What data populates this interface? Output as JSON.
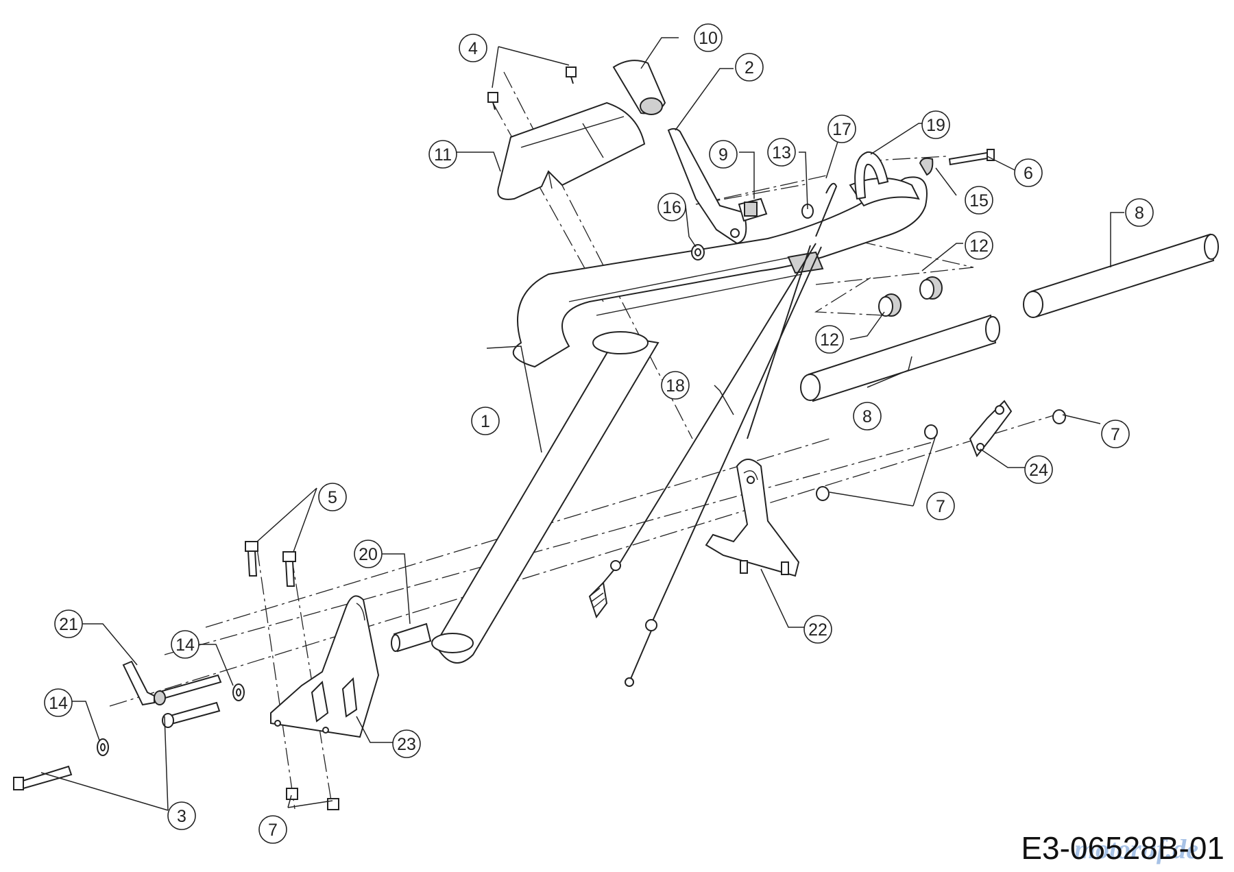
{
  "drawing_code": "E3-06528B-01",
  "watermark": "motoruf.de",
  "callouts": [
    "1",
    "2",
    "3",
    "4",
    "5",
    "6",
    "7",
    "7",
    "7",
    "7",
    "8",
    "8",
    "9",
    "10",
    "11",
    "12",
    "12",
    "13",
    "14",
    "14",
    "15",
    "16",
    "17",
    "18",
    "19",
    "20",
    "21",
    "22",
    "23",
    "24"
  ]
}
